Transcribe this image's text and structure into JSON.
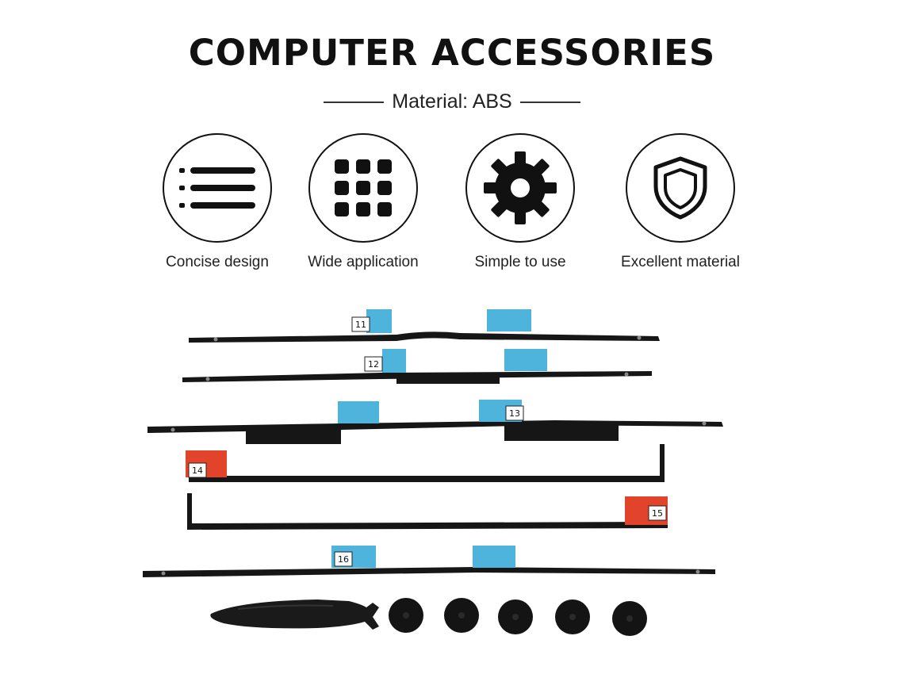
{
  "title": "COMPUTER ACCESSORIES",
  "subtitle": "Material: ABS",
  "features": [
    {
      "label": "Concise design",
      "icon": "list-icon"
    },
    {
      "label": "Wide application",
      "icon": "grid-icon"
    },
    {
      "label": "Simple to use",
      "icon": "gear-icon"
    },
    {
      "label": "Excellent material",
      "icon": "shield-icon"
    }
  ],
  "strip_labels": [
    "11",
    "12",
    "13",
    "14",
    "15",
    "16"
  ],
  "colors": {
    "strip": "#161616",
    "blue_tab": "#4fb4dc",
    "red_tab": "#e2432b"
  }
}
